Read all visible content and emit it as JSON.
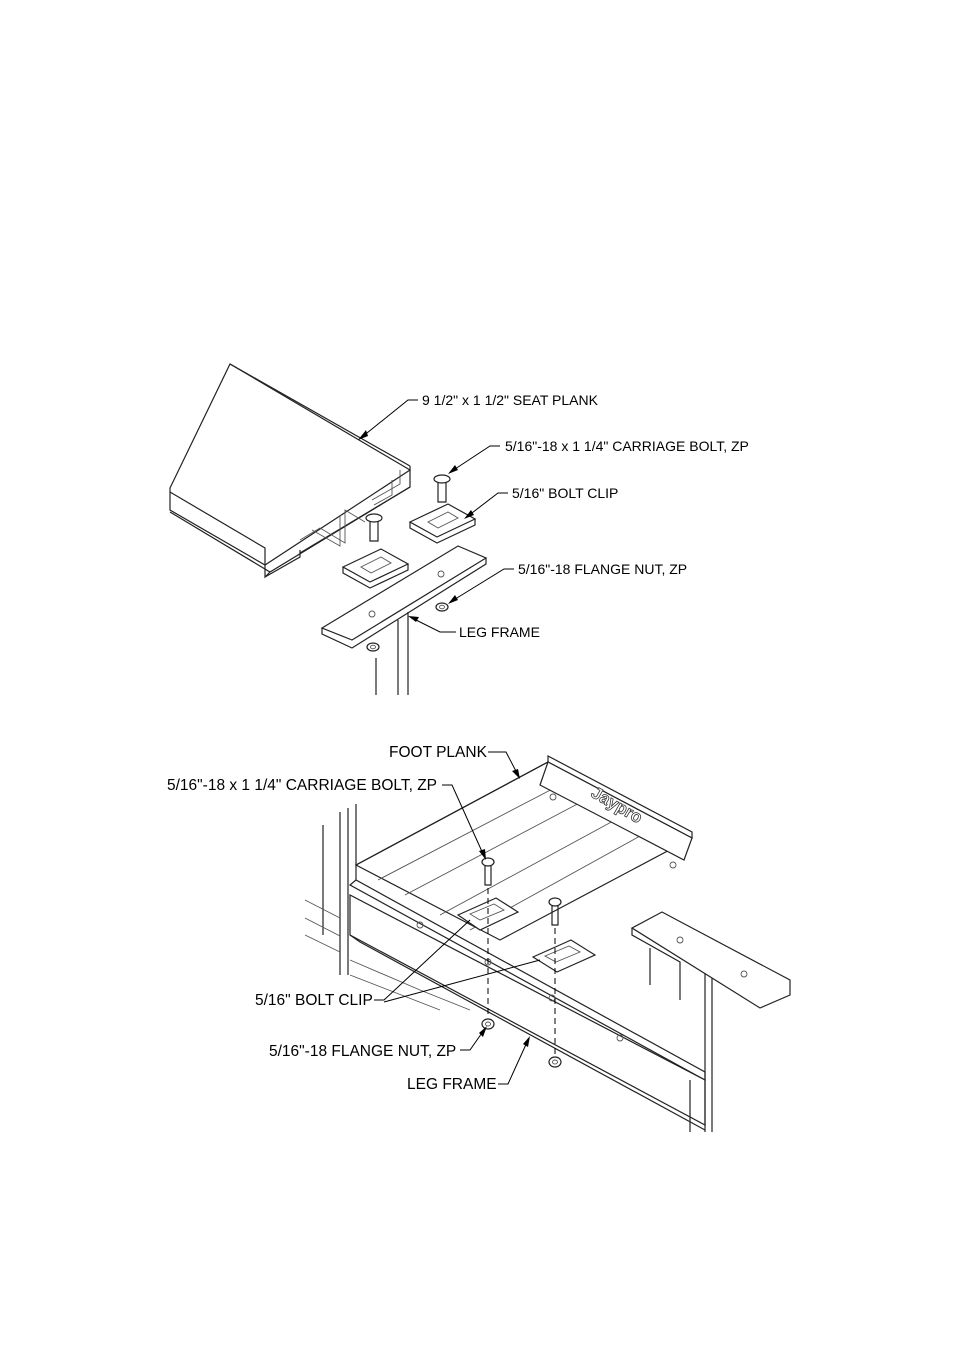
{
  "top_figure": {
    "labels": {
      "seat_plank": "9 1/2\" x 1 1/2\" SEAT PLANK",
      "carriage_bolt": "5/16\"-18 x 1 1/4\" CARRIAGE BOLT, ZP",
      "bolt_clip": "5/16\" BOLT CLIP",
      "flange_nut": "5/16\"-18 FLANGE NUT, ZP",
      "leg_frame": "LEG FRAME"
    }
  },
  "bottom_figure": {
    "labels": {
      "foot_plank": "FOOT PLANK",
      "carriage_bolt": "5/16\"-18 x 1 1/4\" CARRIAGE BOLT, ZP",
      "bolt_clip": "5/16\" BOLT CLIP",
      "flange_nut": "5/16\"-18 FLANGE NUT, ZP",
      "leg_frame": "LEG FRAME"
    },
    "brand_mark": "Jaypro"
  },
  "colors": {
    "line": "#222222",
    "background": "#ffffff"
  }
}
